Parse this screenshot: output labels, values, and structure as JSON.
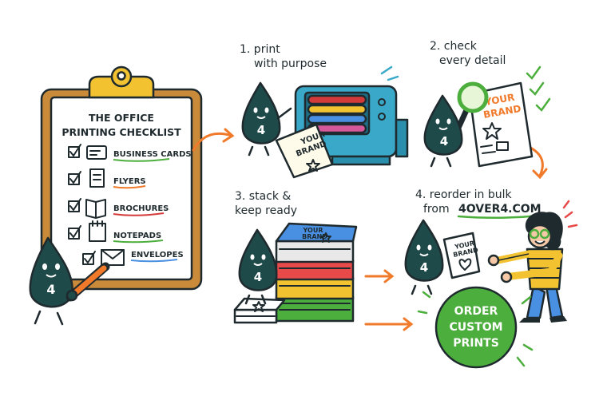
{
  "checklist": {
    "title_line1": "THE OFFICE",
    "title_line2": "PRINTING CHECKLIST",
    "items": [
      {
        "label": "BUSINESS CARDS",
        "checked": true,
        "icon": "business-card-icon"
      },
      {
        "label": "FLYERS",
        "checked": true,
        "icon": "flyer-icon"
      },
      {
        "label": "BROCHURES",
        "checked": true,
        "icon": "brochure-icon"
      },
      {
        "label": "NOTEPADS",
        "checked": true,
        "icon": "notepad-icon"
      },
      {
        "label": "ENVELOPES",
        "checked": true,
        "icon": "envelope-icon"
      }
    ]
  },
  "mascot_label": "4",
  "steps": {
    "step1": {
      "line1": "1. print",
      "line2": "with purpose",
      "paper_text_1": "YOUR",
      "paper_text_2": "BRAND"
    },
    "step2": {
      "line1": "2. check",
      "line2": "every detail",
      "doc_text_1": "YOUR",
      "doc_text_2": "BRAND"
    },
    "step3": {
      "line1": "3. stack &",
      "line2": "keep ready",
      "box_text_1": "YOUR",
      "box_text_2": "BRAND"
    },
    "step4": {
      "line1": "4. reorder in bulk",
      "line2_prefix": "from",
      "line2_brand": "4OVER4.COM",
      "card_text_1": "YOUR",
      "card_text_2": "BRAND"
    }
  },
  "cta": {
    "line1": "ORDER",
    "line2": "CUSTOM",
    "line3": "PRINTS"
  },
  "colors": {
    "mascot": "#1f4a4a",
    "clipboard": "#c98a3a",
    "clip": "#f2c230",
    "accent_orange": "#f07a2a",
    "accent_green": "#4cae3c",
    "printer": "#3aa9c9",
    "cta_green": "#4cae3c"
  }
}
